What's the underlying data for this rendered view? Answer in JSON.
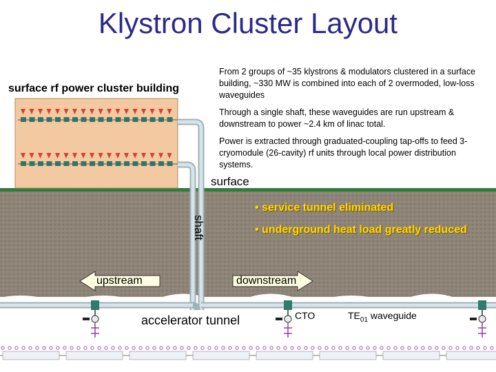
{
  "title": "Klystron Cluster Layout",
  "building_label": "surface rf power cluster building",
  "paragraphs": [
    "From 2 groups of ~35 klystrons & modulators clustered in a surface building, ~330 MW is combined into each of 2 overmoded, low-loss waveguides",
    "Through a single shaft, these waveguides are run upstream & downstream to power ~2.4 km of linac total.",
    "Power is extracted through graduated-coupling tap-offs to feed 3-cryomodule (26-cavity) rf units through local power distribution systems."
  ],
  "surface_label": "surface",
  "shaft_label": "shaft",
  "bullets": [
    "• service tunnel eliminated",
    "• underground heat load greatly reduced"
  ],
  "upstream_label": "upstream",
  "downstream_label": "downstream",
  "tunnel_label": "accelerator tunnel",
  "cto_label": "CTO",
  "waveguide_label_main": "TE",
  "waveguide_label_sub": "01",
  "waveguide_label_tail": " waveguide",
  "colors": {
    "title": "#2a2a8a",
    "building": "#f2c9a0",
    "ground": "#8e8478",
    "surface_line": "#2e7d3a",
    "waveguide": "#c8d8dc",
    "bullet": "#ffd700",
    "klystron_red": "#d84030",
    "modulator_teal": "#2f7a6a"
  }
}
